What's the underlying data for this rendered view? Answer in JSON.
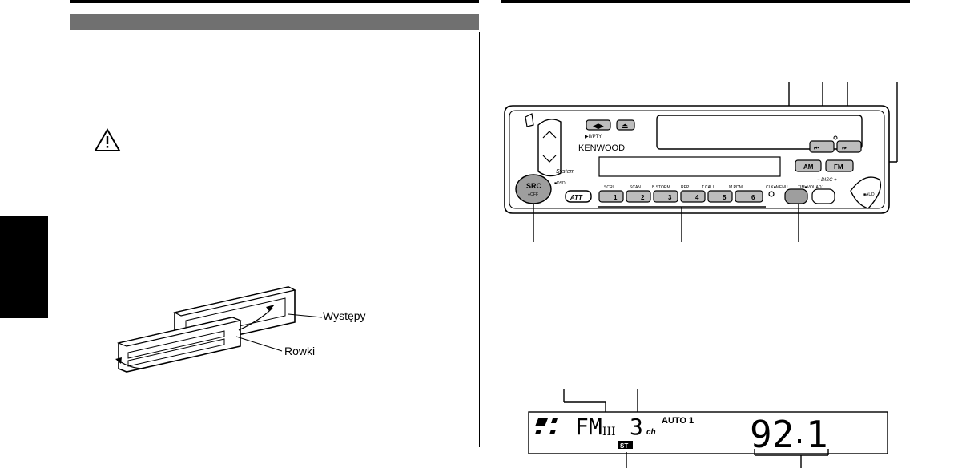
{
  "detachable_panel_figure": {
    "label_protrusions": "Występy",
    "label_grooves": "Rowki"
  },
  "faceplate": {
    "brand": "KENWOOD",
    "system_logo": "System",
    "play_label": "▶II/PTY",
    "buttons": {
      "am": "AM",
      "fm": "FM",
      "src": "SRC",
      "src_sub": "●OFF",
      "att": "ATT",
      "preset_1": "1",
      "preset_2": "2",
      "preset_3": "3",
      "preset_4": "4",
      "preset_5": "5",
      "preset_6": "6",
      "left_ud_sub": "■DSD",
      "right_ud_sub": "■AUD"
    },
    "button_top_labels": [
      "SCRL",
      "SCAN",
      "B.STORM",
      "REP",
      "T.CALL",
      "M.RDM"
    ],
    "right_labels": {
      "clk_menu": "CLK■MENU",
      "tim_vol": "TIM■VOL ADJ",
      "disc": "− DISC +"
    }
  },
  "display_panel": {
    "band": "FM",
    "band_sub": "III",
    "preset": "3",
    "preset_unit": "ch",
    "auto_mode": "AUTO 1",
    "stereo": "ST",
    "frequency_whole": "92",
    "frequency_decimal": "1"
  }
}
